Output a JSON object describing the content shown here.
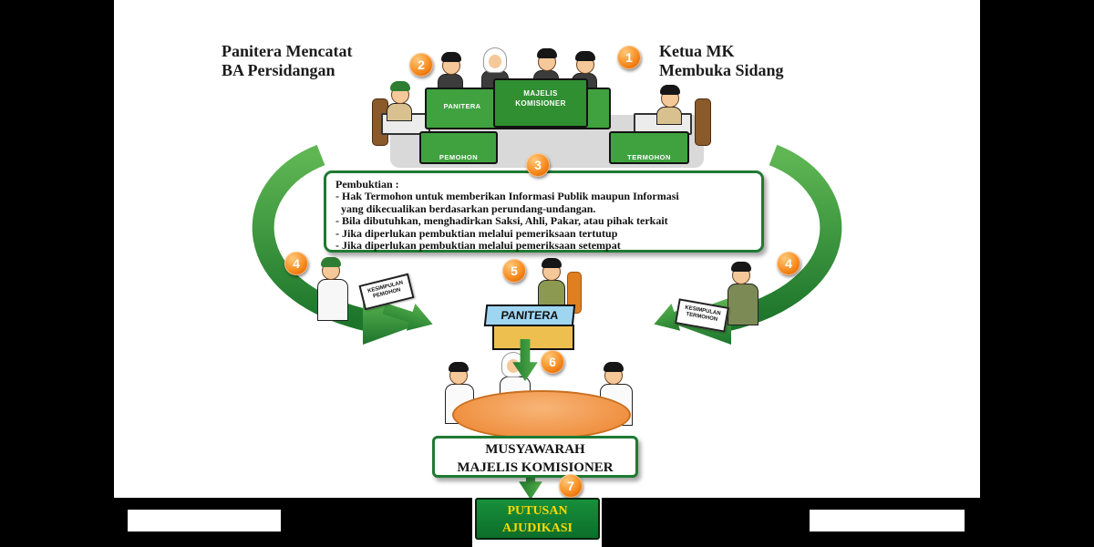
{
  "d": {
    "step1": {
      "num": "1",
      "lines": [
        "Ketua MK",
        "Membuka Sidang"
      ]
    },
    "step2": {
      "num": "2",
      "lines": [
        "Panitera Mencatat",
        "BA Persidangan"
      ]
    },
    "step3": {
      "num": "3"
    },
    "court": {
      "panitera": "PANITERA",
      "majelis_lines": [
        "MAJELIS",
        "KOMISIONER"
      ],
      "pemohon": "PEMOHON",
      "termohon": "TERMOHON"
    },
    "pembuktian": {
      "title": "Pembuktian :",
      "lines": [
        "- Hak Termohon untuk memberikan Informasi Publik maupun Informasi",
        "  yang dikecualikan berdasarkan perundang-undangan.",
        "- Bila dibutuhkan, menghadirkan Saksi, Ahli, Pakar, atau pihak terkait",
        "- Jika diperlukan pembuktian melalui pemeriksaan tertutup",
        "- Jika diperlukan pembuktian melalui pemeriksaan setempat"
      ]
    },
    "step4_left": {
      "num": "4",
      "doc_lines": [
        "KESIMPULAN",
        "PEMOHON"
      ]
    },
    "step4_right": {
      "num": "4",
      "doc_lines": [
        "KESIMPULAN",
        "TERMOHON"
      ]
    },
    "step5": {
      "num": "5",
      "desk": "PANITERA"
    },
    "step6": {
      "num": "6",
      "box_lines": [
        "MUSYAWARAH",
        "MAJELIS KOMISIONER"
      ]
    },
    "step7": {
      "num": "7",
      "box_lines": [
        "PUTUSAN",
        "AJUDIKASI"
      ]
    },
    "colors": {
      "green": "#2e8b3d",
      "orange": "#f68b1f",
      "putusan_text": "#ffd900"
    }
  }
}
